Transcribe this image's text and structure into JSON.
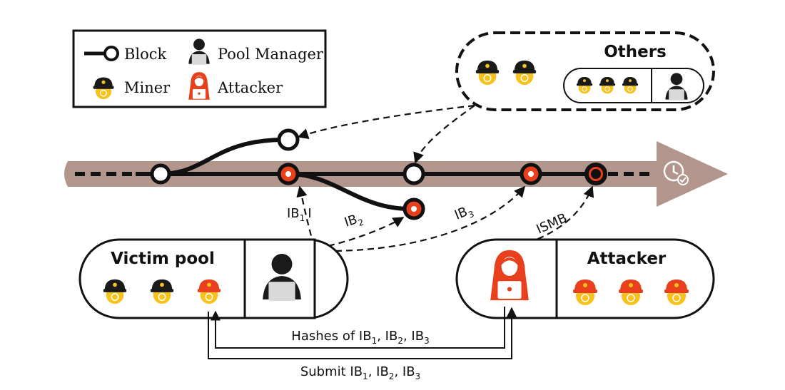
{
  "legend": {
    "block_label": "Block",
    "pool_manager_label": "Pool Manager",
    "miner_label": "Miner",
    "attacker_label": "Attacker"
  },
  "others": {
    "title": "Others"
  },
  "victim_pool": {
    "title": "Victim pool"
  },
  "attacker_group": {
    "title": "Attacker"
  },
  "arrows": {
    "ib1_label": {
      "main": "IB",
      "sub": "1",
      "tail": "I"
    },
    "ib2_label": {
      "main": "IB",
      "sub": "2"
    },
    "ib3_label": {
      "main": "IB",
      "sub": "3"
    },
    "ismb_label": "ISMB"
  },
  "bottom": {
    "hashes": {
      "prefix": "Hashes of IB",
      "s1": "1",
      "mid1": ", IB",
      "s2": "2",
      "mid2": ", IB",
      "s3": "3"
    },
    "submit": {
      "prefix": "Submit IB",
      "s1": "1",
      "mid1": ", IB",
      "s2": "2",
      "mid2": ", IB",
      "s3": "3"
    }
  },
  "colors": {
    "timeline": "#b2958b",
    "accent_red": "#e8401c",
    "miner_yellow": "#f6c21b",
    "ink": "#111111"
  },
  "icons": [
    "block-icon",
    "pool-manager-icon",
    "miner-icon",
    "attacker-icon",
    "clock-check-icon"
  ]
}
